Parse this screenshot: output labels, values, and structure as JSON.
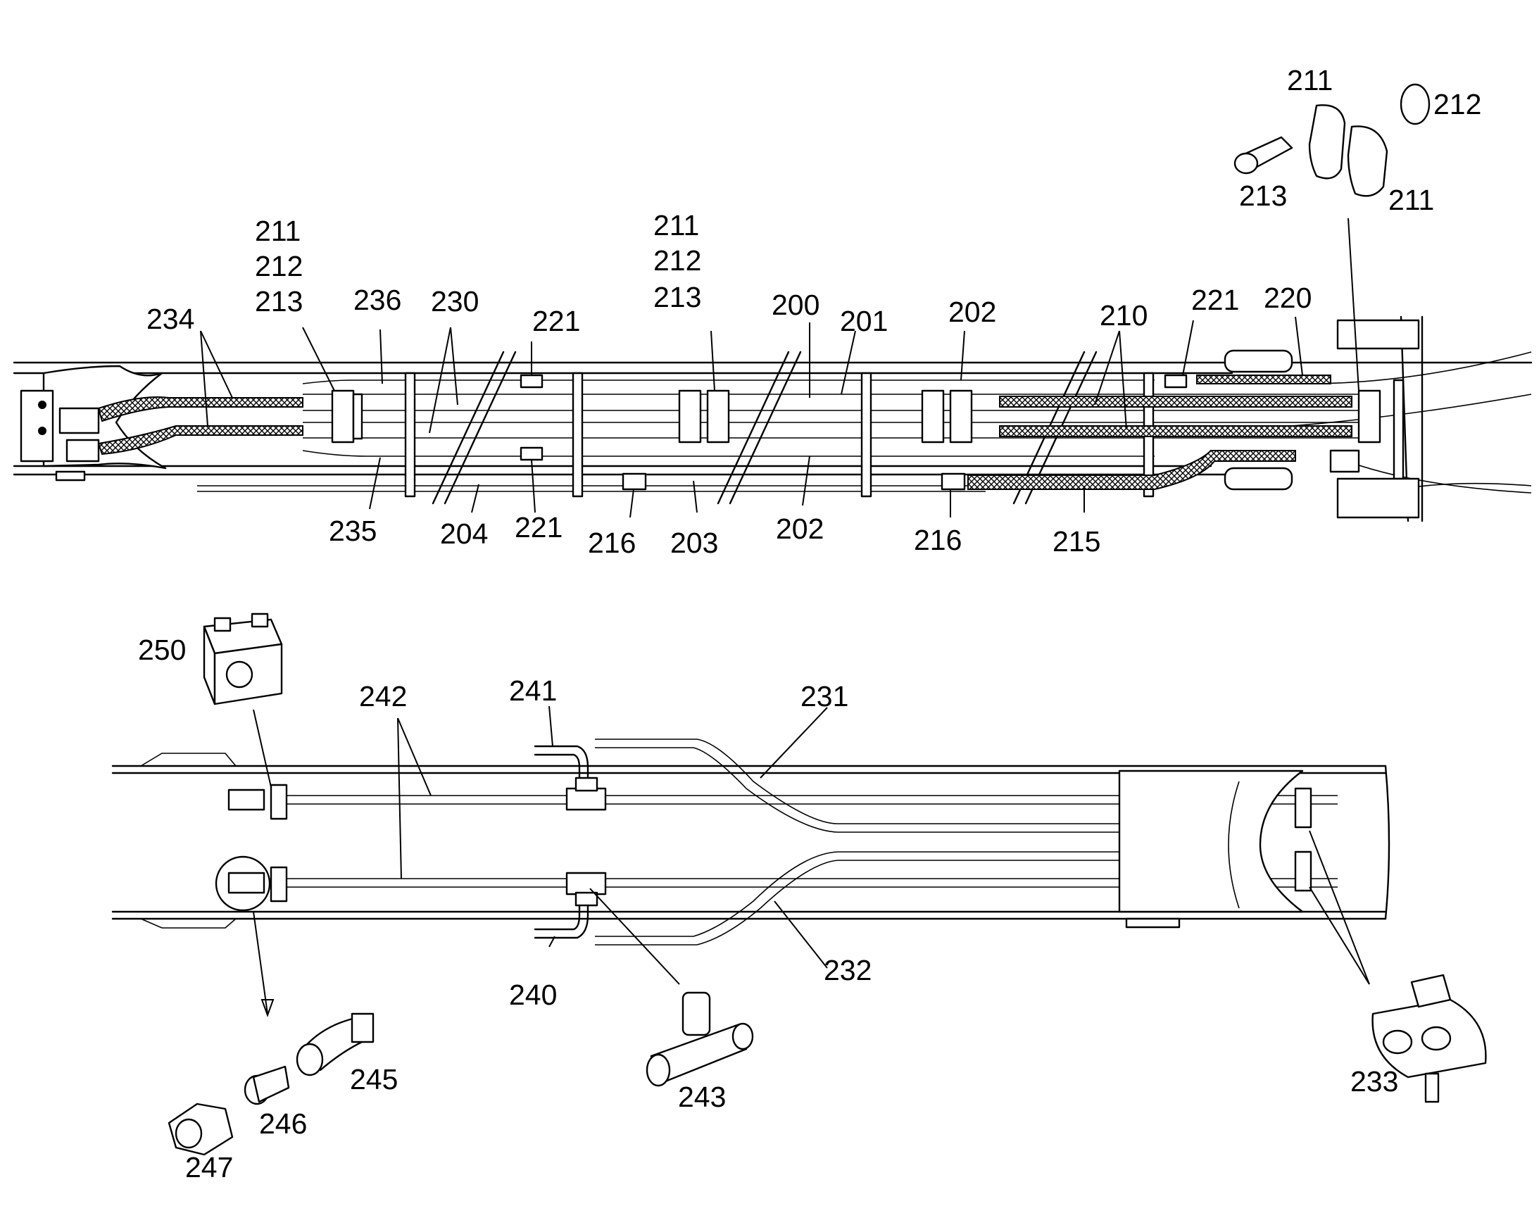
{
  "labels": {
    "l211a": "211",
    "l212a": "212",
    "l213a": "213",
    "l211b": "211",
    "s1_211": "211",
    "s1_212": "212",
    "s1_213": "213",
    "s2_211": "211",
    "s2_212": "212",
    "s2_213": "213",
    "l234": "234",
    "l236": "236",
    "l230": "230",
    "l221a": "221",
    "l200": "200",
    "l201": "201",
    "l202a": "202",
    "l210": "210",
    "l221b": "221",
    "l220": "220",
    "l235": "235",
    "l204": "204",
    "l221c": "221",
    "l216a": "216",
    "l203": "203",
    "l202b": "202",
    "l216b": "216",
    "l215": "215",
    "l250": "250",
    "l242": "242",
    "l241": "241",
    "l231": "231",
    "l240": "240",
    "l232": "232",
    "l245": "245",
    "l246": "246",
    "l247": "247",
    "l243": "243",
    "l233": "233"
  }
}
